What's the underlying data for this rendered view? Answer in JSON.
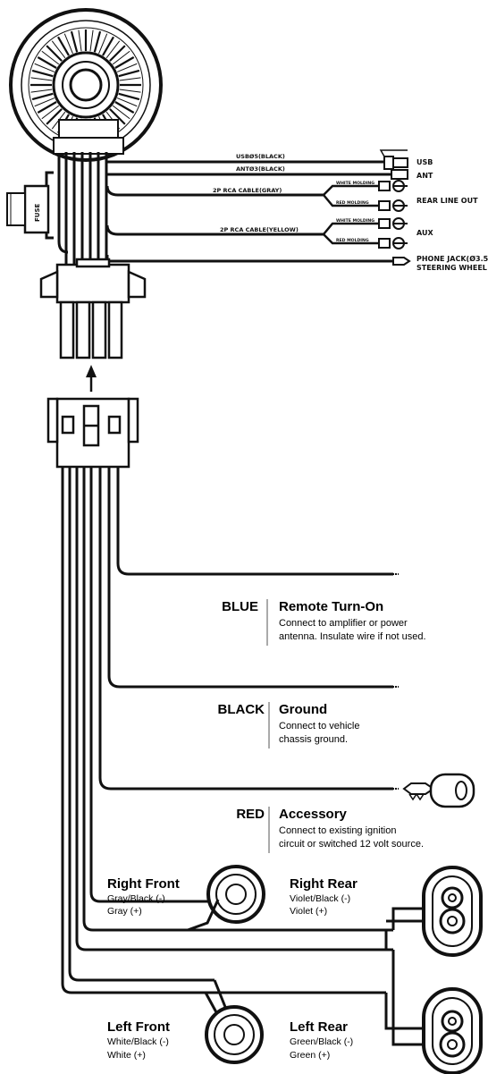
{
  "connectors": {
    "usb_cable": "USBØ5(BLACK)",
    "usb": "USB",
    "ant_cable": "ANTØ3(BLACK)",
    "ant": "ANT",
    "rca_gray": "2P RCA CABLE(GRAY)",
    "rca_yellow": "2P RCA CABLE(YELLOW)",
    "white_molding_1": "WHITE MOLDING",
    "red_molding_1": "RED MOLDING",
    "white_molding_2": "WHITE MOLDING",
    "red_molding_2": "RED MOLDING",
    "rear_line_out": "REAR LINE OUT",
    "aux": "AUX",
    "phone_jack": "PHONE JACK(Ø3.5)",
    "steering_wheel": "STEERING WHEEL",
    "fuse": "FUSE"
  },
  "wires": {
    "blue": {
      "color": "BLUE",
      "title": "Remote Turn-On",
      "line1": "Connect to amplifier or power",
      "line2": "antenna. Insulate wire if not used."
    },
    "black": {
      "color": "BLACK",
      "title": "Ground",
      "line1": "Connect to vehicle",
      "line2": "chassis ground."
    },
    "red": {
      "color": "RED",
      "title": "Accessory",
      "line1": "Connect to existing ignition",
      "line2": "circuit or switched 12 volt source."
    }
  },
  "speakers": {
    "right_front": {
      "title": "Right Front",
      "neg": "Gray/Black (-)",
      "pos": "Gray (+)"
    },
    "right_rear": {
      "title": "Right Rear",
      "neg": "Violet/Black (-)",
      "pos": "Violet (+)"
    },
    "left_front": {
      "title": "Left Front",
      "neg": "White/Black (-)",
      "pos": "White (+)"
    },
    "left_rear": {
      "title": "Left Rear",
      "neg": "Green/Black (-)",
      "pos": "Green (+)"
    }
  }
}
